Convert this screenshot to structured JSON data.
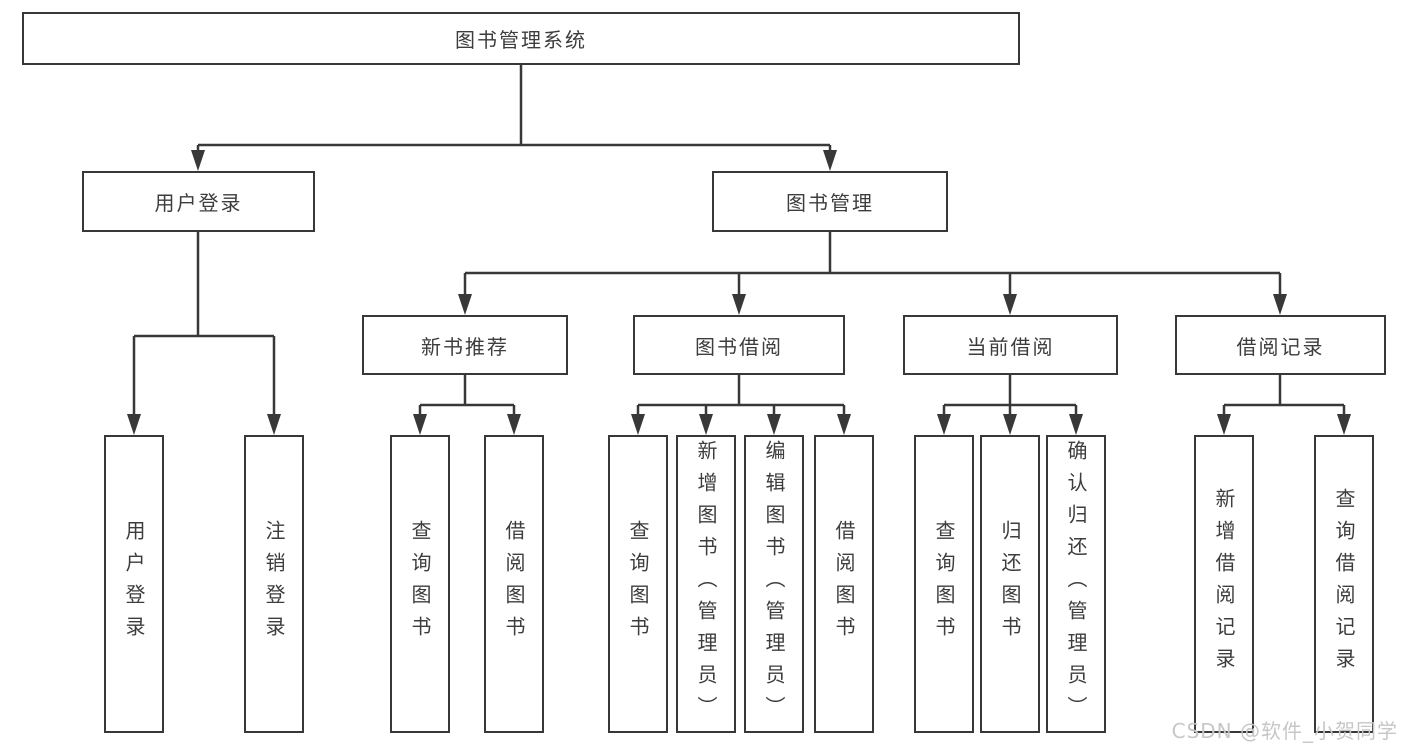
{
  "diagram": {
    "title": "图书管理系统",
    "level2": [
      {
        "label": "用户登录",
        "parent": "图书管理系统"
      },
      {
        "label": "图书管理",
        "parent": "图书管理系统"
      }
    ],
    "level3": [
      {
        "label": "新书推荐",
        "parent": "图书管理"
      },
      {
        "label": "图书借阅",
        "parent": "图书管理"
      },
      {
        "label": "当前借阅",
        "parent": "图书管理"
      },
      {
        "label": "借阅记录",
        "parent": "图书管理"
      }
    ],
    "leaves": [
      {
        "label": "用户登录",
        "parent": "用户登录"
      },
      {
        "label": "注销登录",
        "parent": "用户登录"
      },
      {
        "label": "查询图书",
        "parent": "新书推荐"
      },
      {
        "label": "借阅图书",
        "parent": "新书推荐"
      },
      {
        "label": "查询图书",
        "parent": "图书借阅"
      },
      {
        "label": "新增图书（管理员）",
        "parent": "图书借阅"
      },
      {
        "label": "编辑图书（管理员）",
        "parent": "图书借阅"
      },
      {
        "label": "借阅图书",
        "parent": "图书借阅"
      },
      {
        "label": "查询图书",
        "parent": "当前借阅"
      },
      {
        "label": "归还图书",
        "parent": "当前借阅"
      },
      {
        "label": "确认归还（管理员）",
        "parent": "当前借阅"
      },
      {
        "label": "新增借阅记录",
        "parent": "借阅记录"
      },
      {
        "label": "查询借阅记录",
        "parent": "借阅记录"
      }
    ],
    "colors": {
      "line": "#383838",
      "box_border": "#383838",
      "box_fill": "#ffffff",
      "text": "#3d3d3d",
      "watermark": "#c7c7c7",
      "background": "#ffffff"
    }
  },
  "watermark": {
    "text": "CSDN @软件_小贺同学"
  }
}
